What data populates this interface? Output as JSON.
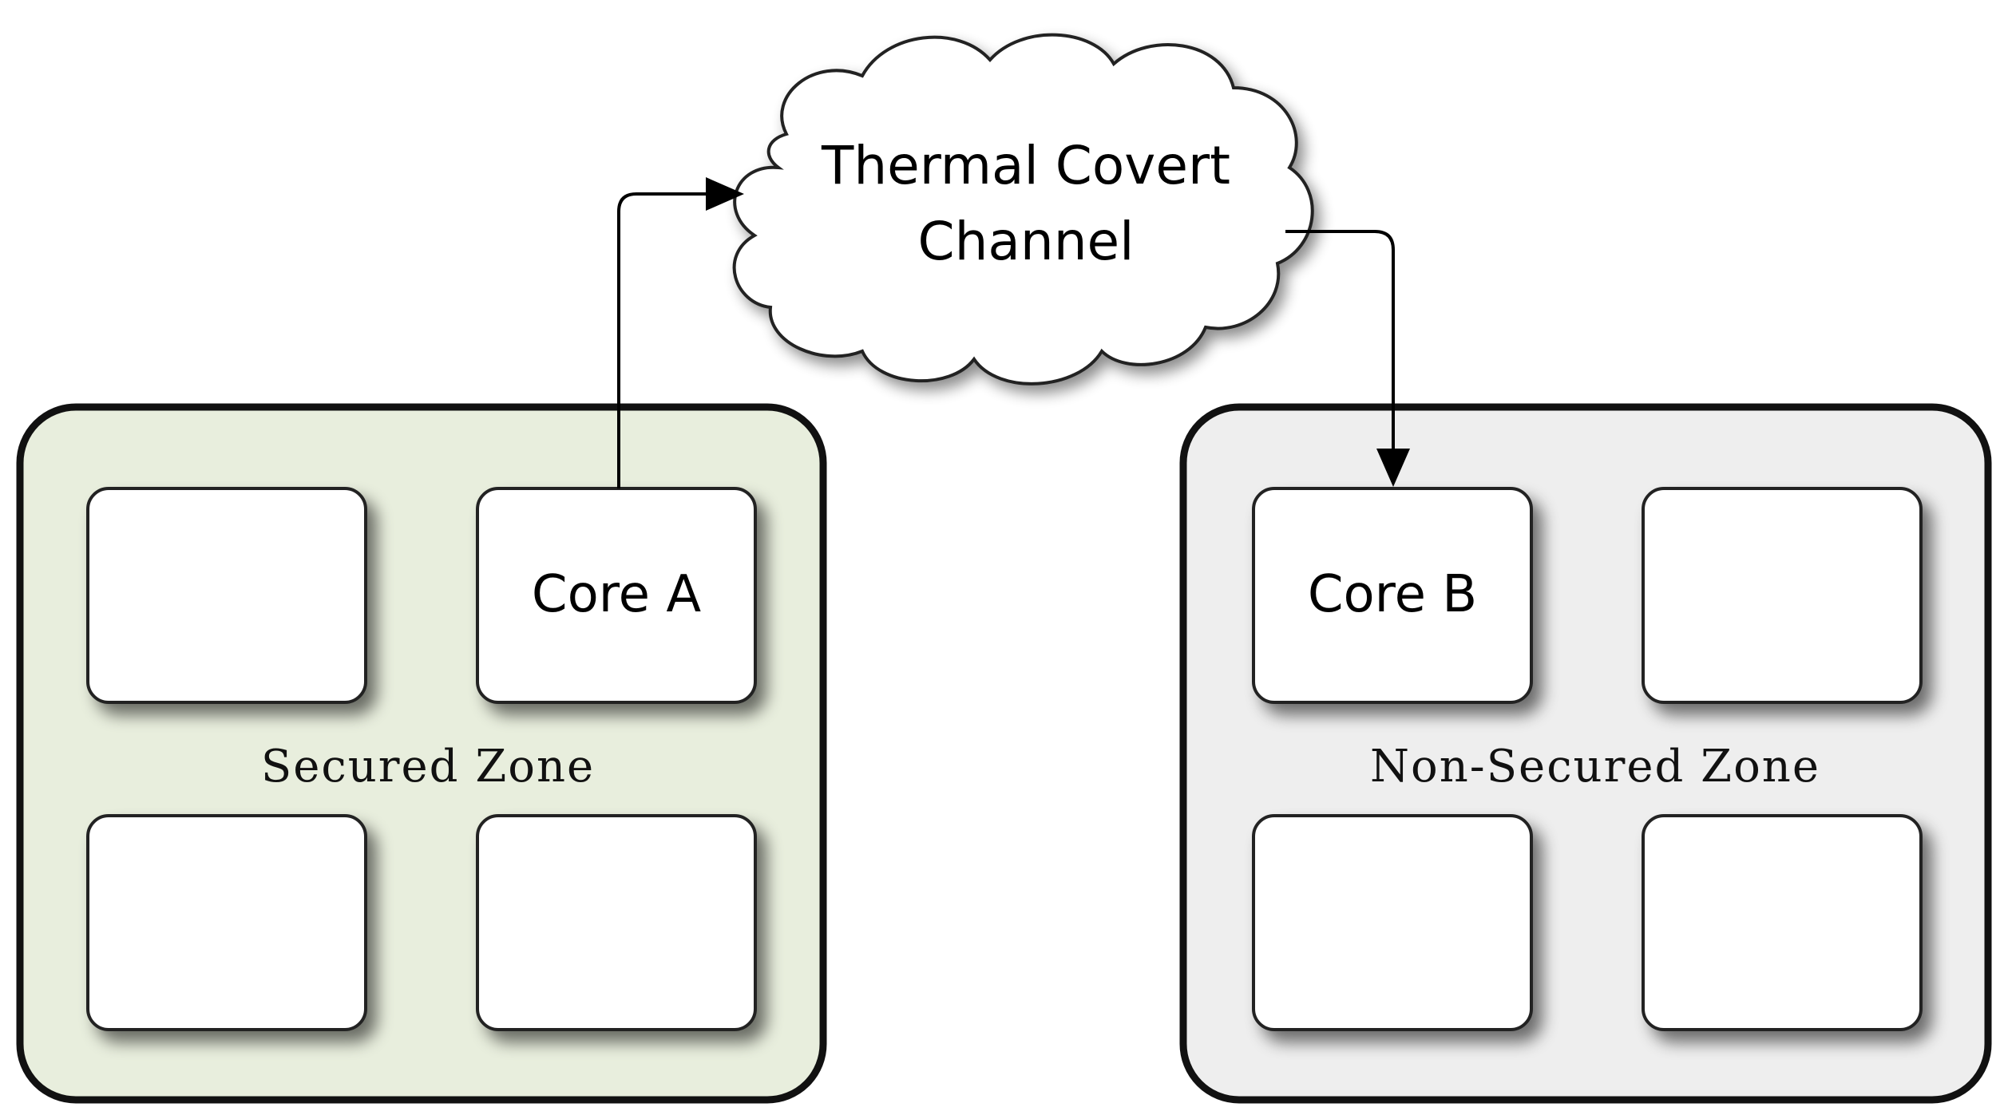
{
  "diagram": {
    "cloud_label_line1": "Thermal Covert",
    "cloud_label_line2": "Channel",
    "secured_zone": {
      "label": "Secured Zone",
      "fill_color": "#e8eedd",
      "core_label": "Core A"
    },
    "non_secured_zone": {
      "label": "Non-Secured Zone",
      "fill_color": "#eeeeee",
      "core_label": "Core B"
    },
    "edges": [
      {
        "from": "Core A",
        "to": "Thermal Covert Channel"
      },
      {
        "from": "Thermal Covert Channel",
        "to": "Core B"
      }
    ]
  }
}
